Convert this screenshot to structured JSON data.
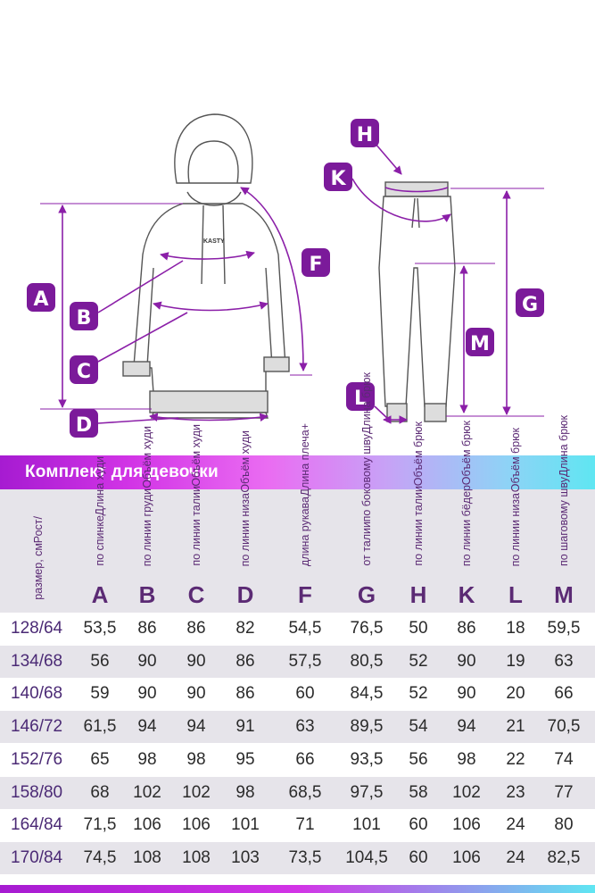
{
  "diagram": {
    "badges": {
      "A": "A",
      "B": "B",
      "C": "C",
      "D": "D",
      "F": "F",
      "H": "H",
      "K": "K",
      "G": "G",
      "M": "M",
      "L": "L"
    },
    "hoodie_logo": "KASTY",
    "accent_color": "#8b1fa8",
    "badge_color": "#7b1a9a"
  },
  "banner": {
    "title": "Комплект для девочки"
  },
  "table": {
    "size_header": [
      "Рост/",
      "размер, см"
    ],
    "columns": [
      {
        "lines": [
          "Длина худи",
          "по спинке"
        ],
        "letter": "A"
      },
      {
        "lines": [
          "Объём худи",
          "по линии груди"
        ],
        "letter": "B"
      },
      {
        "lines": [
          "Объём худи",
          "по линии талии"
        ],
        "letter": "C"
      },
      {
        "lines": [
          "Объём худи",
          "по линии низа"
        ],
        "letter": "D"
      },
      {
        "lines": [
          "Длина плеча+",
          "длина рукава"
        ],
        "letter": "F"
      },
      {
        "lines": [
          "Длина брюк",
          "по боковому шву",
          "от талии"
        ],
        "letter": "G"
      },
      {
        "lines": [
          "Объём брюк",
          "по линии талии"
        ],
        "letter": "H"
      },
      {
        "lines": [
          "Объём брюк",
          "по линии бёдер"
        ],
        "letter": "K"
      },
      {
        "lines": [
          "Объём брюк",
          "по линии низа"
        ],
        "letter": "L"
      },
      {
        "lines": [
          "Длина брюк",
          "по шаговому шву"
        ],
        "letter": "M"
      }
    ],
    "rows": [
      {
        "size": "128/64",
        "values": [
          "53,5",
          "86",
          "86",
          "82",
          "54,5",
          "76,5",
          "50",
          "86",
          "18",
          "59,5"
        ]
      },
      {
        "size": "134/68",
        "values": [
          "56",
          "90",
          "90",
          "86",
          "57,5",
          "80,5",
          "52",
          "90",
          "19",
          "63"
        ]
      },
      {
        "size": "140/68",
        "values": [
          "59",
          "90",
          "90",
          "86",
          "60",
          "84,5",
          "52",
          "90",
          "20",
          "66"
        ]
      },
      {
        "size": "146/72",
        "values": [
          "61,5",
          "94",
          "94",
          "91",
          "63",
          "89,5",
          "54",
          "94",
          "21",
          "70,5"
        ]
      },
      {
        "size": "152/76",
        "values": [
          "65",
          "98",
          "98",
          "95",
          "66",
          "93,5",
          "56",
          "98",
          "22",
          "74"
        ]
      },
      {
        "size": "158/80",
        "values": [
          "68",
          "102",
          "102",
          "98",
          "68,5",
          "97,5",
          "58",
          "102",
          "23",
          "77"
        ]
      },
      {
        "size": "164/84",
        "values": [
          "71,5",
          "106",
          "106",
          "101",
          "71",
          "101",
          "60",
          "106",
          "24",
          "80"
        ]
      },
      {
        "size": "170/84",
        "values": [
          "74,5",
          "108",
          "108",
          "103",
          "73,5",
          "104,5",
          "60",
          "106",
          "24",
          "82,5"
        ]
      }
    ]
  }
}
